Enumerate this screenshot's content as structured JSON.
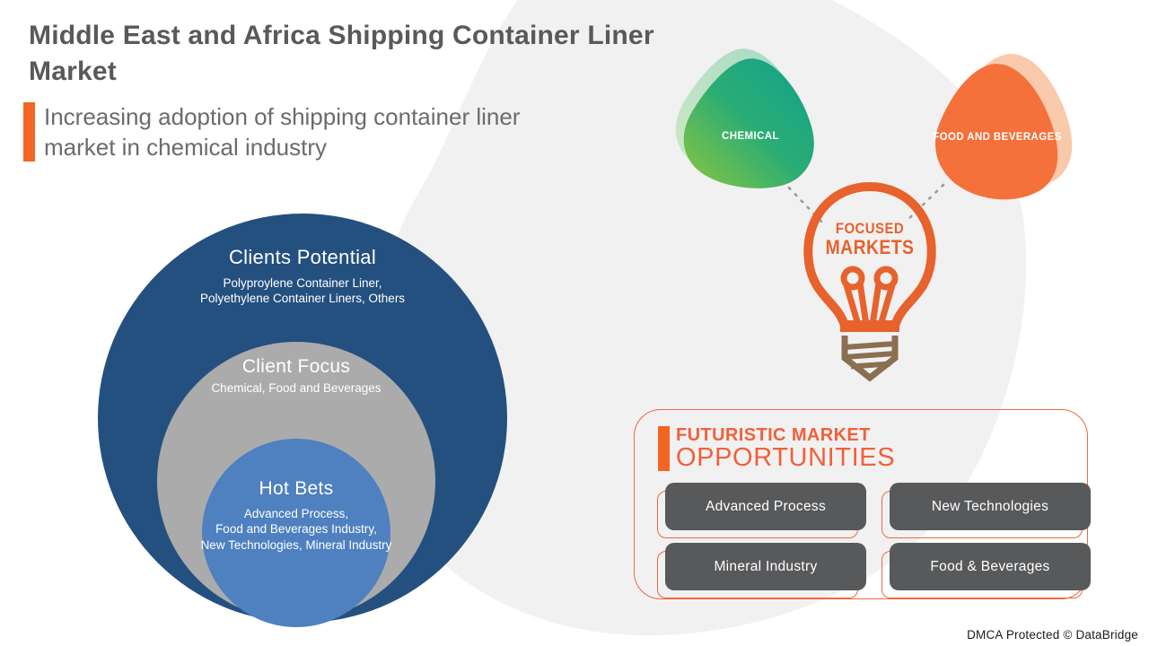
{
  "header": {
    "title": "Middle East and Africa Shipping Container Liner Market",
    "subtitle": "Increasing adoption of shipping container liner market in chemical industry"
  },
  "venn": {
    "outer": {
      "title": "Clients Potential",
      "items": "Polyproylene Container Liner,\nPolyethylene Container Liners, Others"
    },
    "middle": {
      "title": "Client Focus",
      "items": "Chemical, Food and Beverages"
    },
    "inner": {
      "title": "Hot Bets",
      "items": "Advanced Process,\nFood and Beverages Industry,\nNew Technologies, Mineral Industry"
    }
  },
  "focused_markets": {
    "label_line1": "FOCUSED",
    "label_line2": "MARKETS",
    "nodes": [
      {
        "label": "CHEMICAL"
      },
      {
        "label": "FOOD AND BEVERAGES"
      }
    ]
  },
  "opportunities": {
    "heading_line1": "FUTURISTIC MARKET",
    "heading_line2": "OPPORTUNITIES",
    "items": [
      "Advanced Process",
      "New Technologies",
      "Mineral Industry",
      "Food & Beverages"
    ]
  },
  "footer": {
    "dmca": "DMCA Protected © DataBridge"
  },
  "colors": {
    "accent_orange": "#f26522",
    "bulb_orange": "#e7622c",
    "panel_orange": "#f2683c",
    "dark_blue": "#24507f",
    "mid_gray": "#ababab",
    "light_blue": "#4f80c0",
    "chip_gray": "#58595b",
    "green_gradient_start": "#8dc63f",
    "green_gradient_end": "#0fa08d",
    "orange_node": "#f4713b",
    "bulb_base_brown": "#8b6f51",
    "background_blob": "#f1f1f2"
  }
}
